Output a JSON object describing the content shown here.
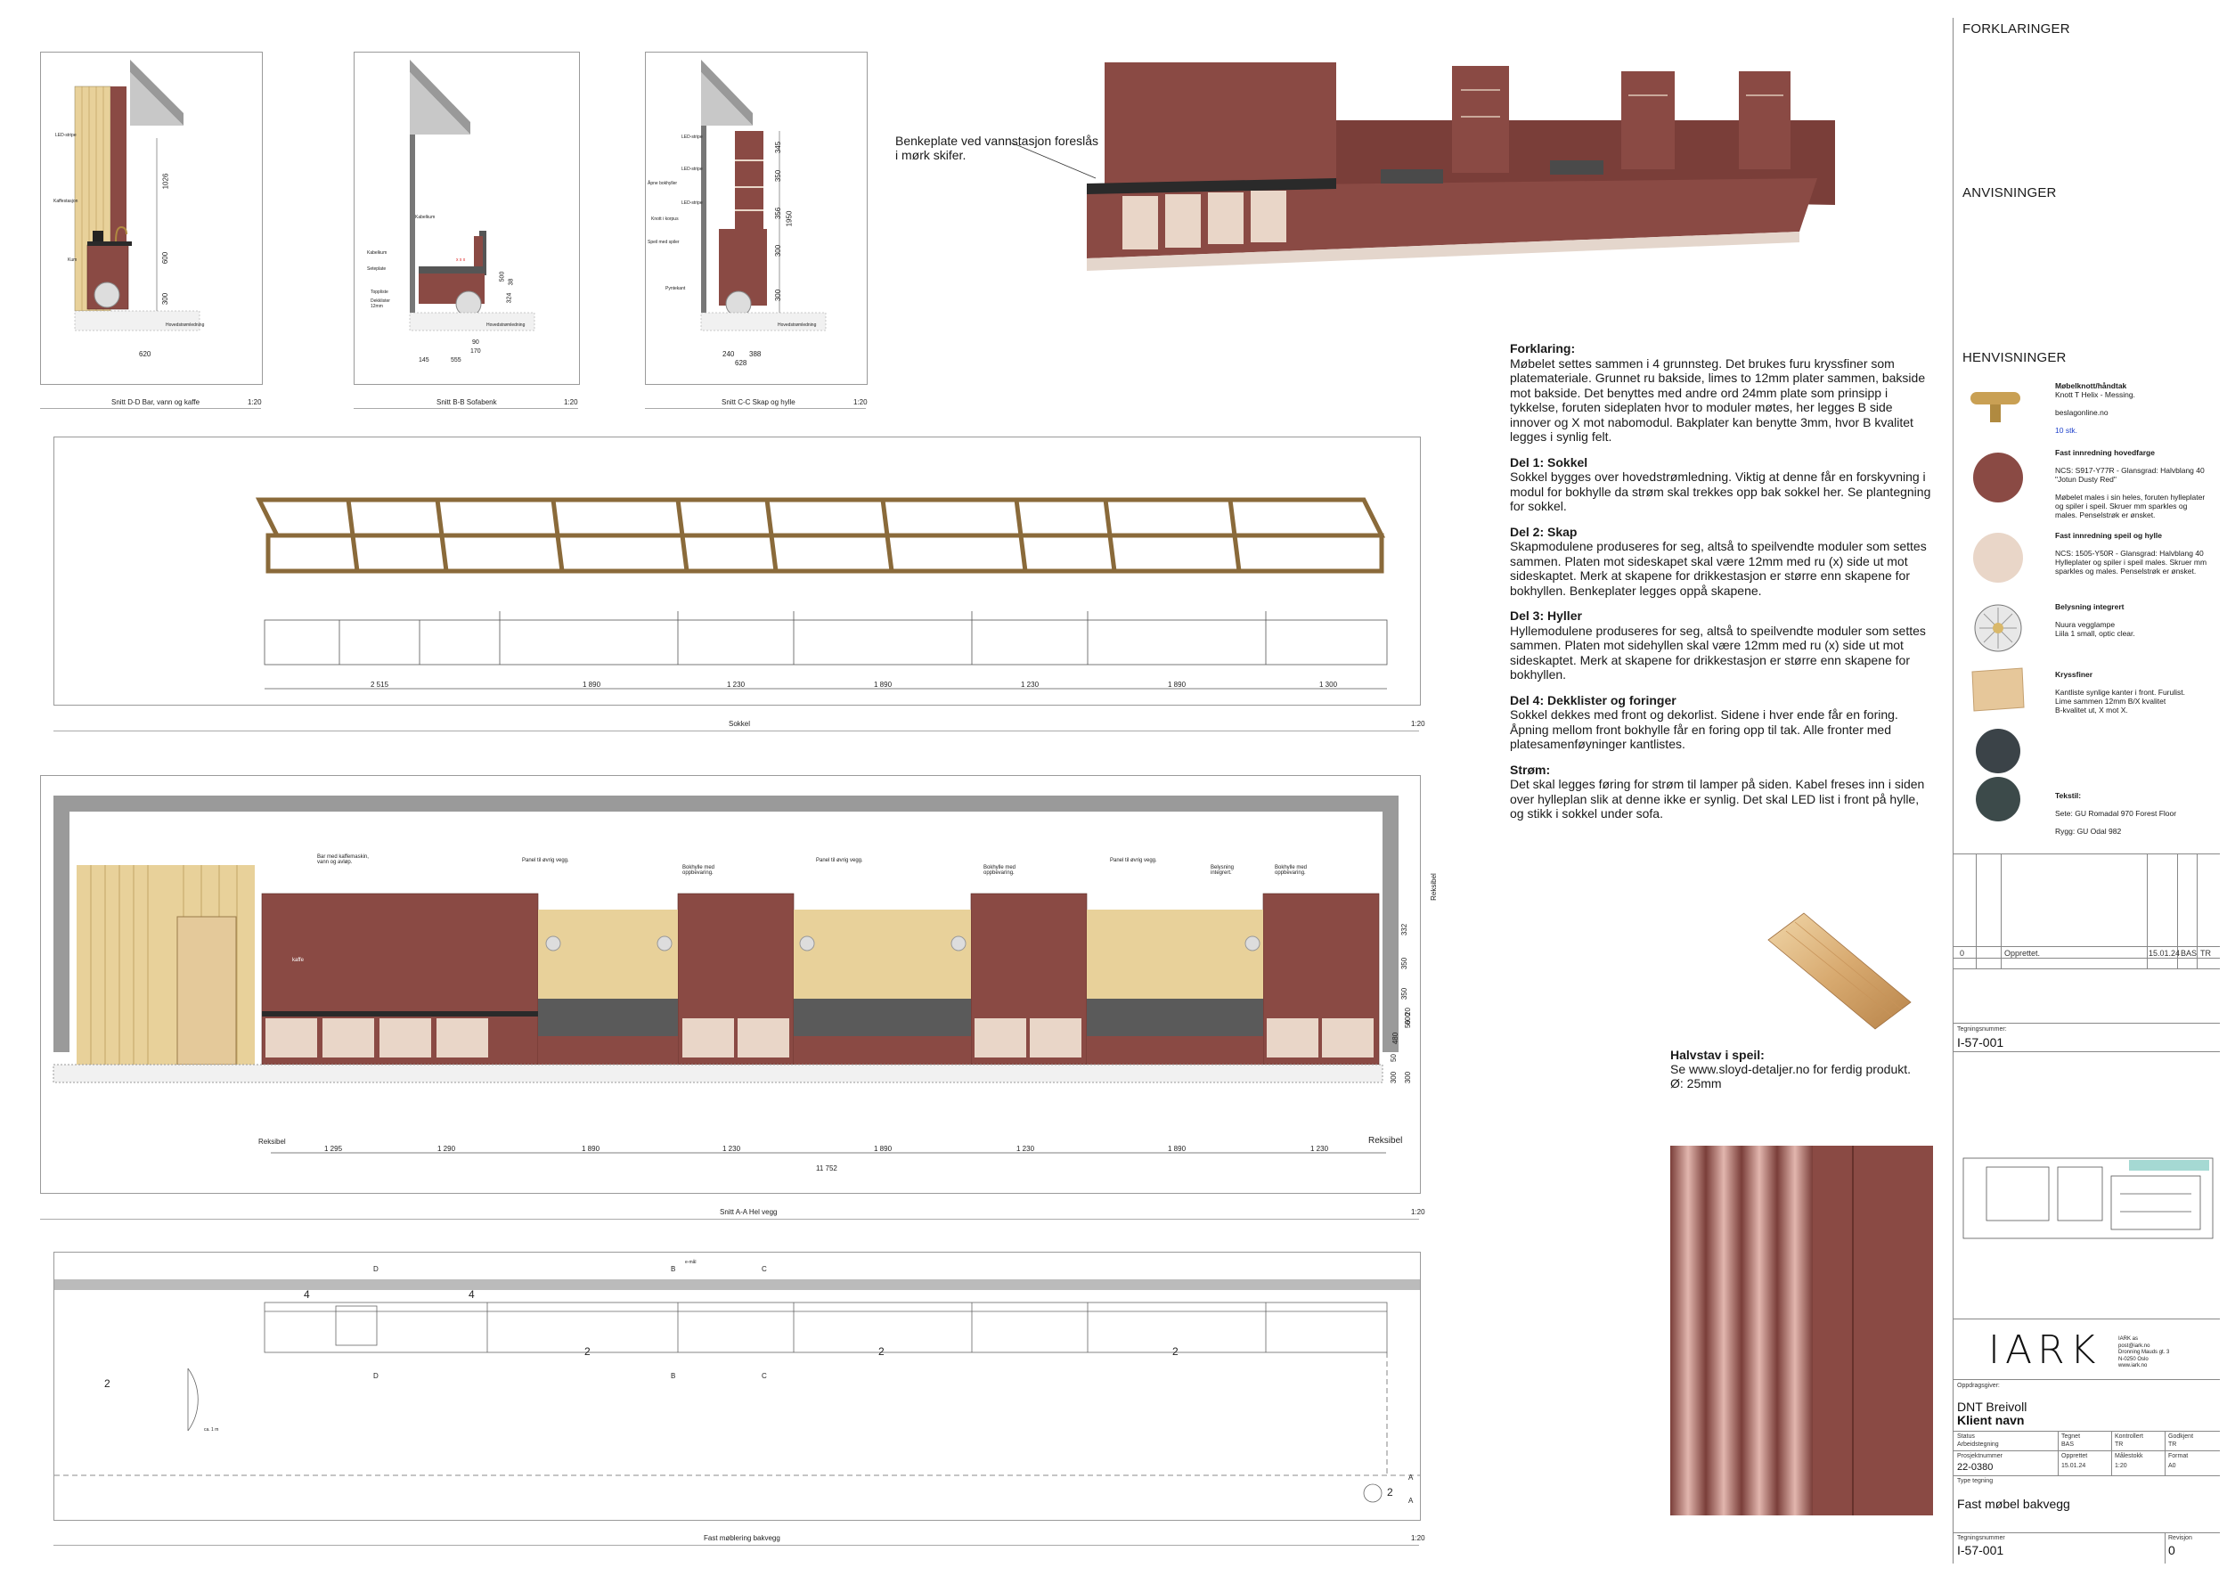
{
  "sections": {
    "dd": {
      "caption": "Snitt D-D Bar, vann og kaffe",
      "scale": "1:20",
      "labels": [
        "LED-stripe",
        "Kaffestasjon",
        "Kum",
        "Hovedstrømledning"
      ],
      "dims": [
        "1026",
        "600",
        "300",
        "620"
      ]
    },
    "bb": {
      "caption": "Snitt B-B Sofabenk",
      "scale": "1:20",
      "labels": [
        "Kabelkum",
        "Kabelkum",
        "Seteplate",
        "Toppliste",
        "Dekklister 12mm",
        "Hovedstrømledning"
      ],
      "dims": [
        "500",
        "38",
        "324",
        "90",
        "170",
        "145",
        "555"
      ]
    },
    "cc": {
      "caption": "Snitt C-C Skap og hylle",
      "scale": "1:20",
      "labels": [
        "LED-stripe",
        "LED-stripe",
        "Åpne bokhyller",
        "LED-stripe",
        "Knott i korpus",
        "Speil med spiler",
        "Pyntekant",
        "Hovedstrømledning"
      ],
      "dims": [
        "345",
        "350",
        "356",
        "300",
        "300",
        "1950",
        "240",
        "388",
        "628"
      ]
    }
  },
  "render_note": "Benkeplate ved vannstasjon foreslås i mørk skifer.",
  "sokkel": {
    "caption": "Sokkel",
    "scale": "1:20",
    "dims": [
      "2 515",
      "1 890",
      "1 230",
      "1 890",
      "1 230",
      "1 890",
      "1 300"
    ]
  },
  "elevation": {
    "caption": "Snitt A-A Hel vegg",
    "scale": "1:20",
    "callouts": [
      "Bar med kaffemaskin, vann og avløp.",
      "Panel til øvrig vegg.",
      "Bokhylle med oppbevaring.",
      "Panel til øvrig vegg.",
      "Bokhylle med oppbevaring.",
      "Panel til øvrig vegg.",
      "Belysning integrert.",
      "Bokhylle med oppbevaring."
    ],
    "left_label": "Reksibel",
    "right_label": "Reksibel",
    "vert_label": "Reksibel",
    "dims": [
      "1 295",
      "1 290",
      "1 890",
      "1 230",
      "1 890",
      "1 230",
      "1 890",
      "1 230"
    ],
    "total": "11 752",
    "vdims": [
      "332",
      "350",
      "350",
      "600",
      "480",
      "50",
      "300",
      "300",
      "20",
      "50"
    ],
    "kaffe": "kaffe"
  },
  "plan": {
    "caption": "Fast møblering bakvegg",
    "scale": "1:20",
    "numbers": [
      "4",
      "4",
      "2",
      "2",
      "2",
      "2",
      "2"
    ],
    "letters": [
      "D",
      "D",
      "B",
      "B",
      "C",
      "C",
      "A",
      "A"
    ],
    "small": [
      "e-mål",
      "ca. 1 m"
    ]
  },
  "notes": {
    "intro_title": "Forklaring:",
    "intro": "Møbelet settes sammen i 4 grunnsteg. Det brukes furu kryssfiner som platemateriale. Grunnet ru bakside, limes to 12mm plater sammen, bakside mot bakside. Det benyttes med andre ord 24mm plate som prinsipp i tykkelse, foruten sideplaten hvor to moduler møtes, her legges B side innover og X mot nabomodul. Bakplater kan benytte 3mm, hvor B kvalitet legges i synlig felt.",
    "d1_title": "Del 1: Sokkel",
    "d1": "Sokkel bygges over hovedstrømledning. Viktig at denne får en forskyvning i modul for bokhylle da strøm skal trekkes opp bak sokkel her. Se plantegning for sokkel.",
    "d2_title": "Del 2: Skap",
    "d2": "Skapmodulene produseres for seg, altså to speilvendte moduler som settes sammen. Platen mot sideskapet skal være 12mm med ru (x) side ut mot sideskaptet. Merk at skapene for drikkestasjon er større enn skapene for bokhyllen. Benkeplater legges oppå skapene.",
    "d3_title": "Del 3: Hyller",
    "d3": "Hyllemodulene produseres for seg, altså to speilvendte moduler som settes sammen. Platen mot sidehyllen skal være 12mm med ru (x) side ut mot sideskaptet. Merk at skapene for drikkestasjon er større enn skapene for bokhyllen.",
    "d4_title": "Del 4: Dekklister og foringer",
    "d4": "Sokkel dekkes med front og dekorlist. Sidene i hver ende får en foring. Åpning mellom front bokhylle får en foring opp til tak. Alle fronter med platesamenføyninger kantlistes.",
    "strom_title": "Strøm:",
    "strom": "Det skal legges føring for strøm til lamper på siden. Kabel freses inn i siden over hylleplan slik at denne ikke er synlig. Det skal LED list i front på hylle, og stikk i sokkel under sofa."
  },
  "halvstav": {
    "title": "Halvstav i speil:",
    "line1": "Se www.sloyd-detaljer.no for ferdig produkt.",
    "line2": "Ø: 25mm"
  },
  "right_panel": {
    "forklaringer": "FORKLARINGER",
    "anvisninger": "ANVISNINGER",
    "henvisninger": "HENVISNINGER",
    "refs": [
      {
        "title": "Møbelknott/håndtak",
        "lines": [
          "Knott T Helix - Messing.",
          "",
          "beslagonline.no",
          "",
          "10 stk."
        ]
      },
      {
        "title": "Fast innredning hovedfarge",
        "lines": [
          "",
          "NCS: S917-Y77R - Glansgrad: Halvblang 40",
          "\"Jotun Dusty Red\"",
          "",
          "Møbelet males i sin heles, foruten hylleplater",
          "og spiler i speil. Skruer mm sparkles og",
          "males. Penselstrøk er ønsket."
        ]
      },
      {
        "title": "Fast innredning speil og hylle",
        "lines": [
          "",
          "NCS: 1505-Y50R - Glansgrad: Halvblang 40",
          "Hylleplater og spiler i speil males. Skruer mm",
          "sparkles og males. Penselstrøk er ønsket."
        ]
      },
      {
        "title": "Belysning integrert",
        "lines": [
          "",
          "Nuura vegglampe",
          "Liila 1 small, optic clear."
        ]
      },
      {
        "title": "Kryssfiner",
        "lines": [
          "",
          "Kantliste synlige kanter i front. Furulist.",
          "Lime sammen 12mm B/X kvalitet",
          "B-kvalitet ut, X mot X."
        ]
      },
      {
        "title": "Tekstil:",
        "lines": [
          "",
          "Sete: GU Romadal 970 Forest Floor",
          "",
          "Rygg: GU Odal 982"
        ]
      }
    ],
    "colors": {
      "brass": "#c9a054",
      "dusty_red": "#8a4a44",
      "light": "#e9d6c8",
      "wood": "#e6c79a",
      "dark_textile": "#3b4348",
      "green_textile": "#3c4a4a"
    }
  },
  "revision": {
    "rev": "0",
    "text": "Opprettet.",
    "date": "15.01.24",
    "by": "BAS",
    "chk": "TR"
  },
  "titleblock": {
    "drawing_no_label": "Tegningsnummer:",
    "drawing_no": "I-57-001",
    "logo": "IARK",
    "company_lines": [
      "IARK as",
      "post@iark.no",
      "Dronning Mauds gt. 3",
      "N-0250 Oslo",
      "www.iark.no"
    ],
    "client_label": "Oppdragsgiver:",
    "client": "DNT Breivoll",
    "client2": "Klient navn",
    "status_label": "Status",
    "status": "Arbeidstegning",
    "drawn_label": "Tegnet",
    "drawn": "BAS",
    "checked_label": "Kontrollert",
    "checked": "TR",
    "approved_label": "Godkjent",
    "approved": "TR",
    "project_label": "Prosjektnummer",
    "project": "22-0380",
    "created_label": "Opprettet",
    "created": "15.01.24",
    "scale_label": "Målestokk",
    "scale": "1:20",
    "format_label": "Format",
    "format": "A0",
    "type_label": "Type tegning",
    "title": "Fast møbel bakvegg",
    "no_label": "Tegningsnummer",
    "no": "I-57-001",
    "rev_label": "Revisjon",
    "rev": "0"
  }
}
